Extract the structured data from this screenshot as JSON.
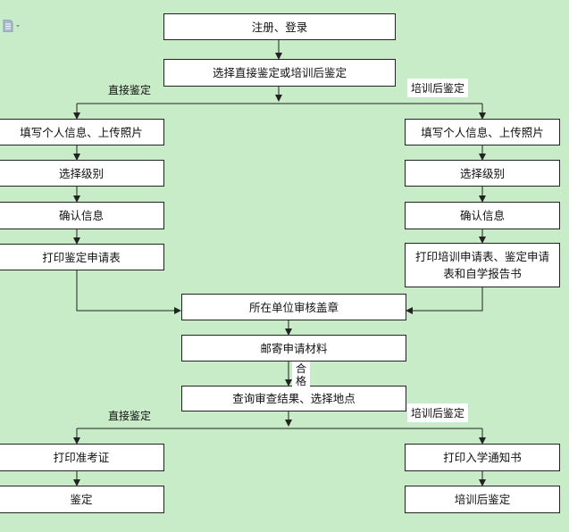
{
  "steps": {
    "register": "注册、登录",
    "choose_mode": "选择直接鉴定或培训后鉴定",
    "left": {
      "fill_info": "填写个人信息、上传照片",
      "choose_level": "选择级别",
      "confirm_info": "确认信息",
      "print_form": "打印鉴定申请表"
    },
    "right": {
      "fill_info": "填写个人信息、上传照片",
      "choose_level": "选择级别",
      "confirm_info": "确认信息",
      "print_form": "打印培训申请表、鉴定申请表和自学报告书"
    },
    "unit_review": "所在单位审核盖章",
    "mail_materials": "邮寄申请材料",
    "query_result": "查询审查结果、选择地点",
    "bottom_left": {
      "print_admission": "打印准考证",
      "appraisal": "鉴定"
    },
    "bottom_right": {
      "print_enrollment": "打印入学通知书",
      "post_training_appraisal": "培训后鉴定"
    }
  },
  "labels": {
    "direct": "直接鉴定",
    "after_training": "培训后鉴定",
    "pass": "合格",
    "direct_2": "直接鉴定",
    "after_training_2": "培训后鉴定"
  },
  "colors": {
    "background": "#c8ebc8",
    "box_fill": "#ffffff",
    "line": "#222222"
  },
  "icons": {
    "toolbar": "document-dropdown-icon"
  }
}
